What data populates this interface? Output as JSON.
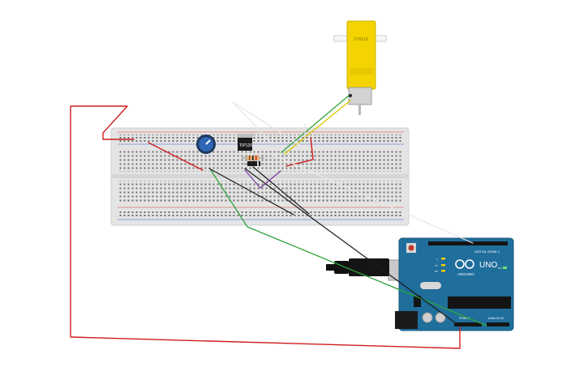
{
  "motor": {
    "label": "270216"
  },
  "transistor": {
    "label": "TIP120"
  },
  "arduino": {
    "brand": "ARDUINO",
    "model": "UNO",
    "digital_header": "DIGITAL (PWM~)",
    "power_header": "POWER",
    "analog_header": "ANALOG IN",
    "led_tx": "TX",
    "led_rx": "RX",
    "led_l": "L",
    "led_on": "ON"
  },
  "colors": {
    "breadboard": "#e4e4e4",
    "arduino_board": "#1f6e9c",
    "motor_body": "#f3d400",
    "wire_red": "#d01c1c",
    "wire_green": "#2ea43a",
    "wire_black": "#1c1c1c",
    "wire_white": "#e6e6e6",
    "wire_purple": "#7b3fa6",
    "wire_yellow": "#d9c800"
  }
}
